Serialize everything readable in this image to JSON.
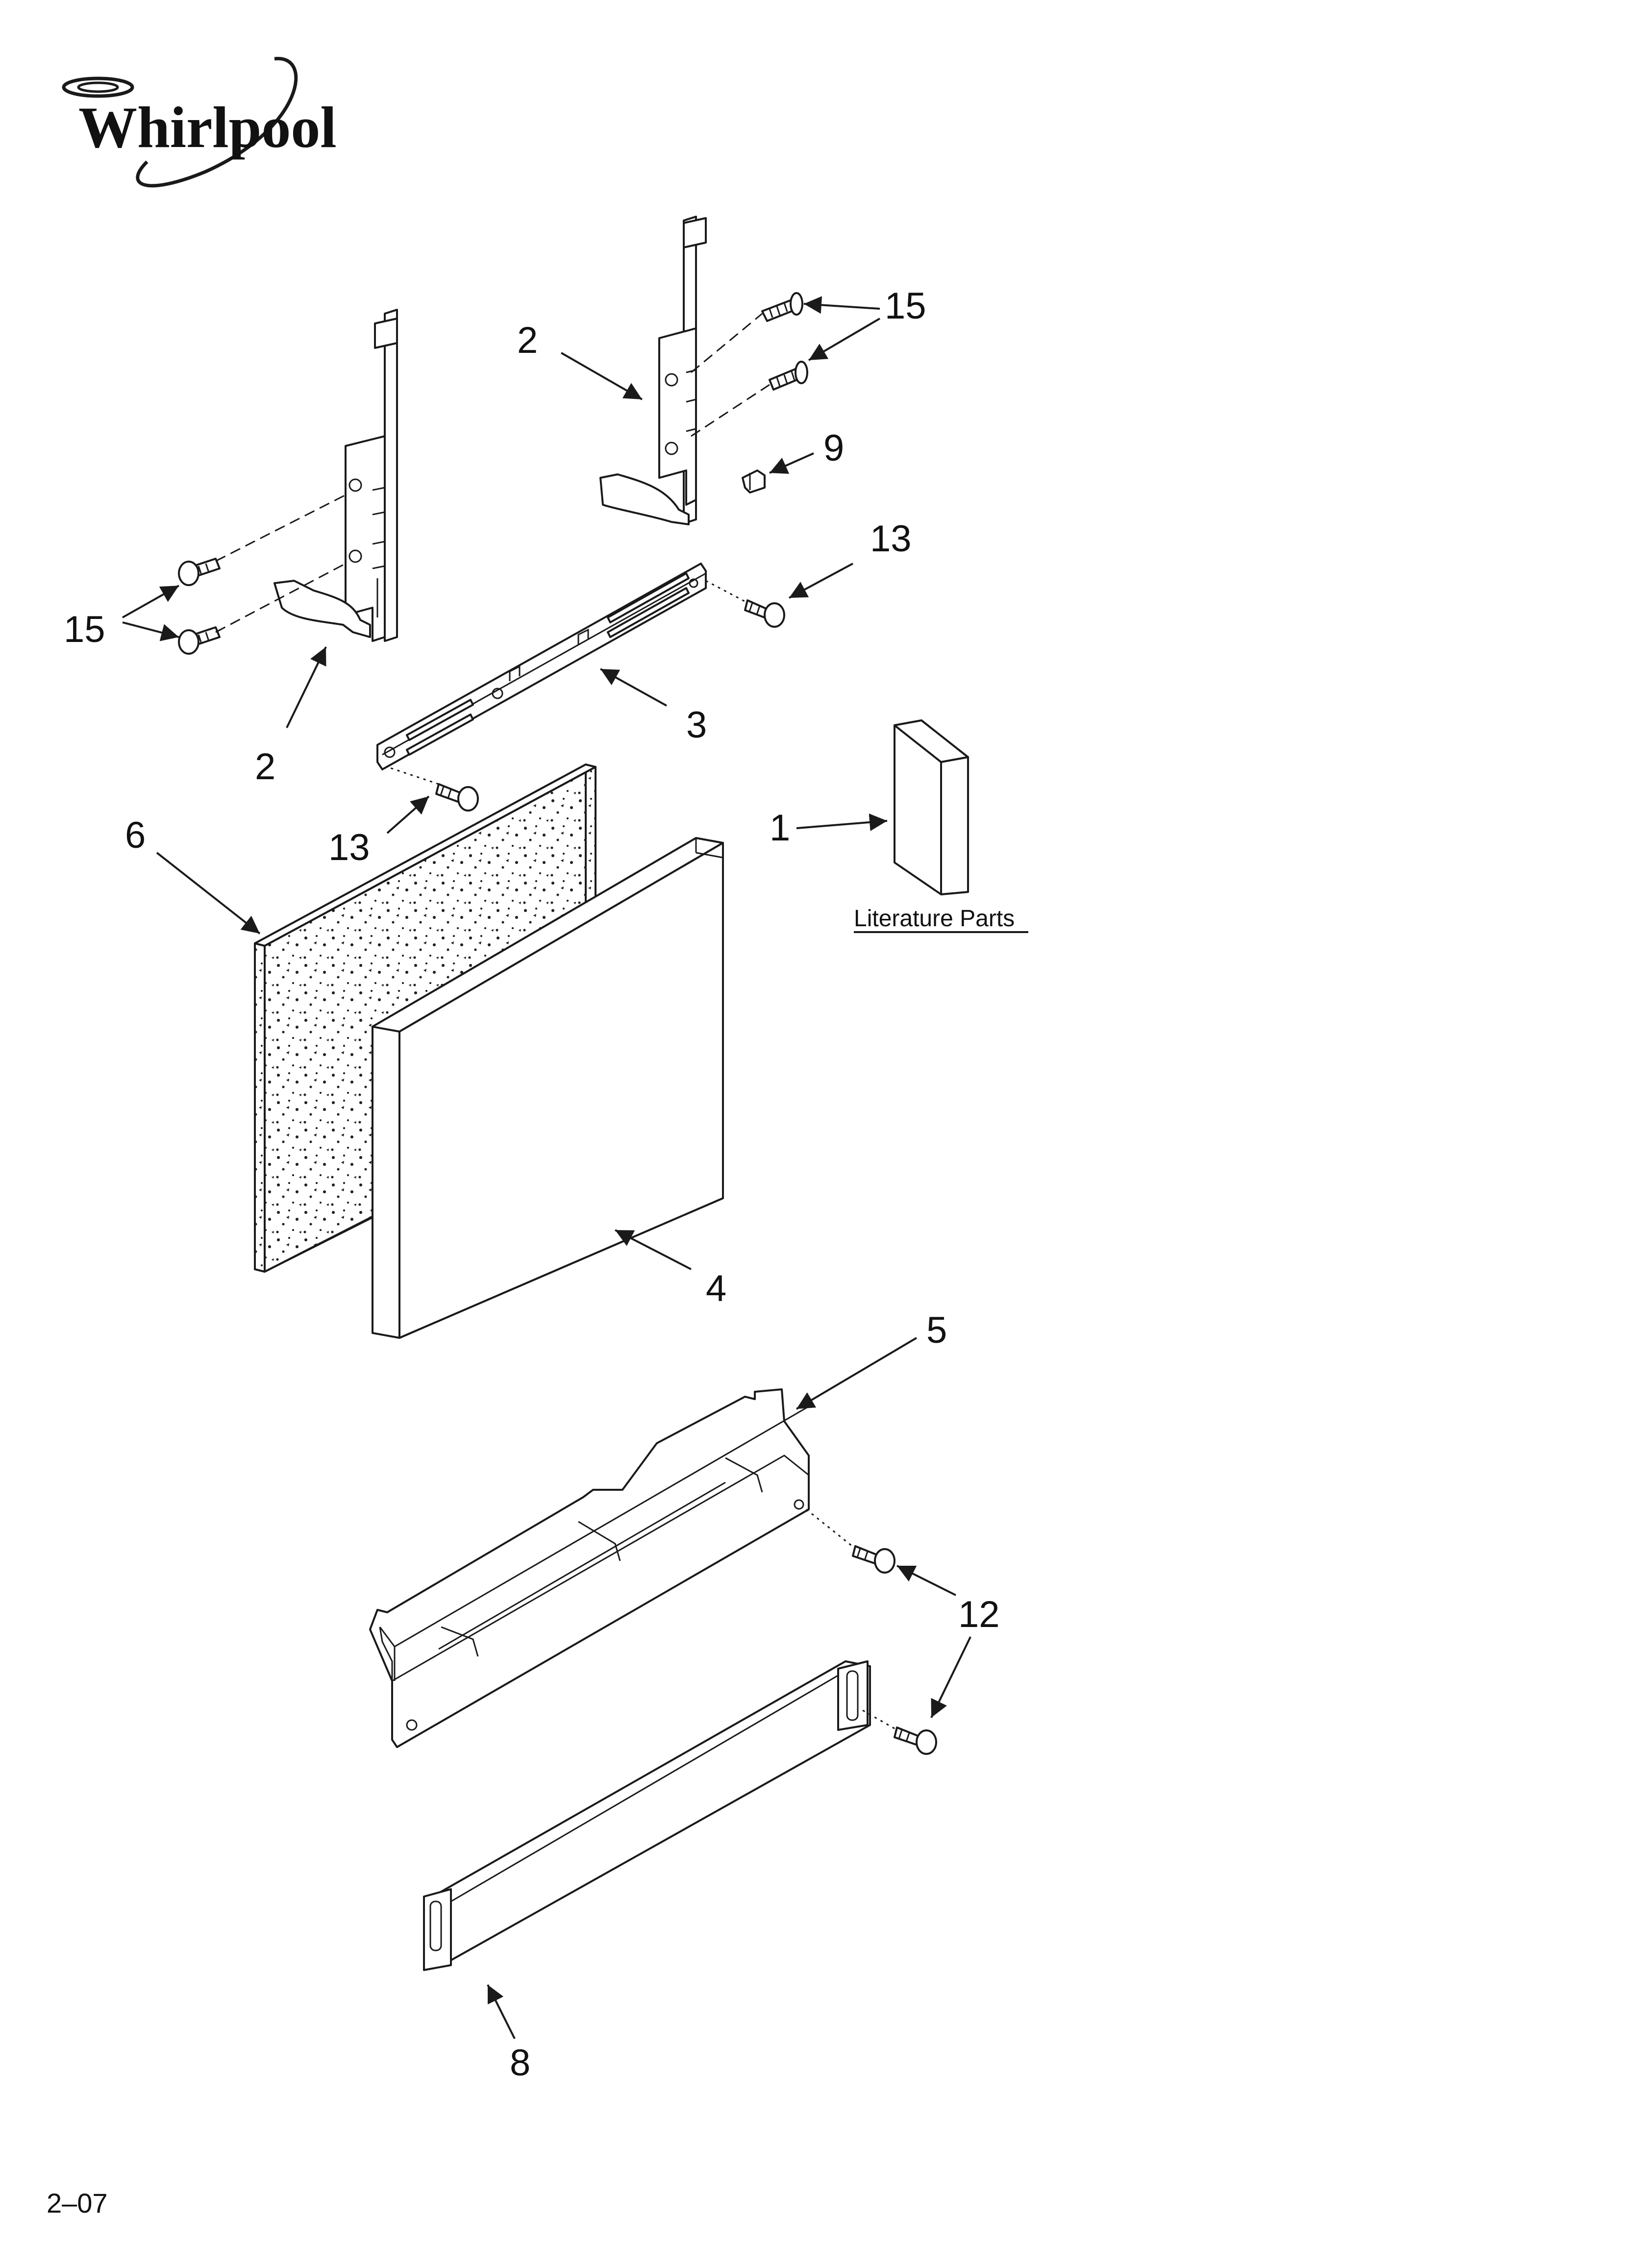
{
  "brand": {
    "logo_text": "Whirlpool"
  },
  "literature": {
    "label": "Literature Parts"
  },
  "footer": {
    "page_code": "2–07"
  },
  "callouts": {
    "c1": "1",
    "c2a": "2",
    "c2b": "2",
    "c3": "3",
    "c4": "4",
    "c5": "5",
    "c6": "6",
    "c8": "8",
    "c9": "9",
    "c12": "12",
    "c13a": "13",
    "c13b": "13",
    "c15a": "15",
    "c15b": "15"
  }
}
